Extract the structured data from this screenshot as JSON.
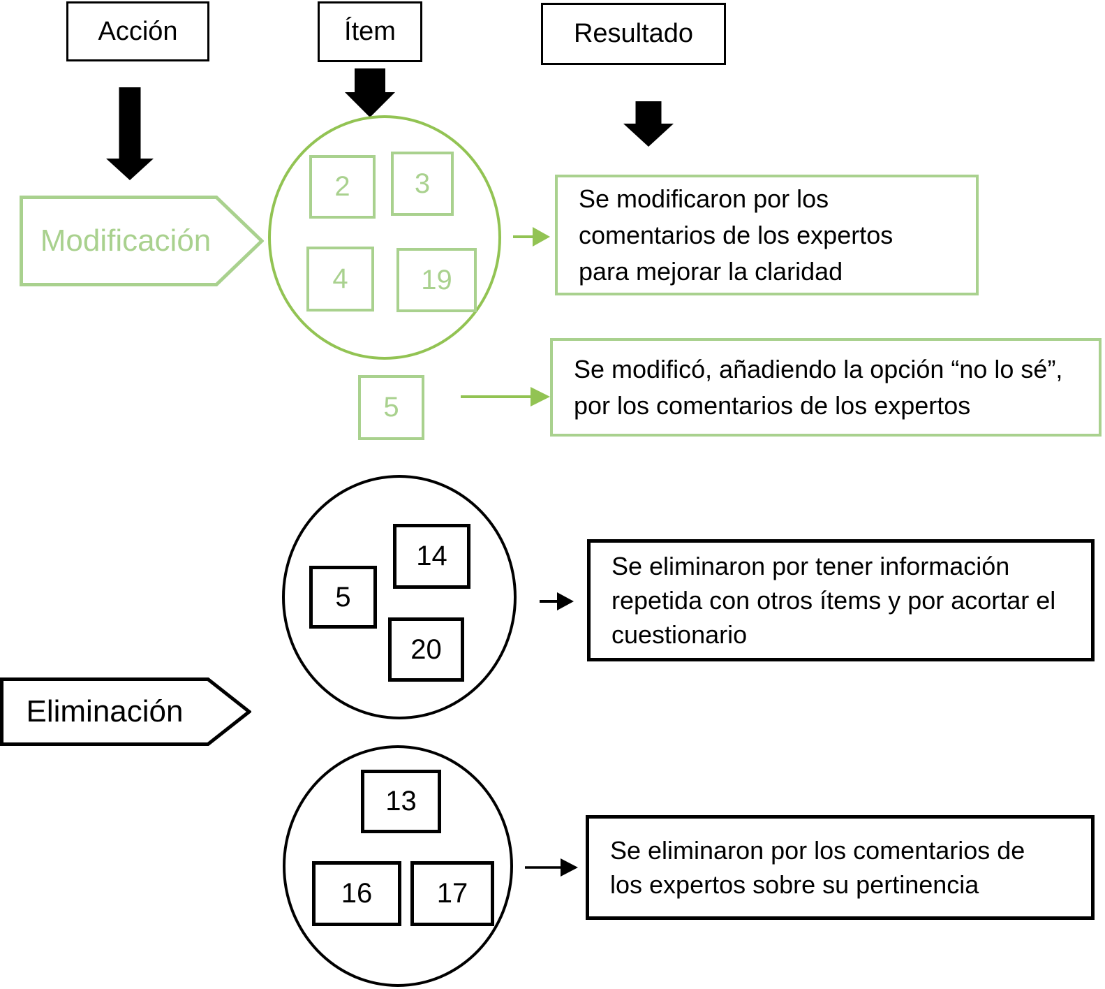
{
  "palette": {
    "bright_green": "#92C353",
    "light_green": "#A9D18E",
    "black": "#000000",
    "background": "#FFFFFF"
  },
  "headers": {
    "accion": "Acción",
    "item": "Ítem",
    "resultado": "Resultado"
  },
  "actions": {
    "modificacion": "Modificación",
    "eliminacion": "Eliminación"
  },
  "modification": {
    "circle_items": {
      "i2": "2",
      "i3": "3",
      "i4": "4",
      "i19": "19"
    },
    "single_item": "5",
    "result_circle": "Se modificaron por los comentarios de los expertos para mejorar la claridad",
    "result_single": "Se modificó, añadiendo la opción “no lo sé”, por los comentarios de los expertos"
  },
  "elimination": {
    "circle1_items": {
      "i5": "5",
      "i14": "14",
      "i20": "20"
    },
    "circle2_items": {
      "i13": "13",
      "i16": "16",
      "i17": "17"
    },
    "result_circle1": "Se eliminaron por tener información repetida con otros ítems y por acortar el cuestionario",
    "result_circle2": "Se eliminaron por los comentarios de los expertos sobre su pertinencia"
  }
}
